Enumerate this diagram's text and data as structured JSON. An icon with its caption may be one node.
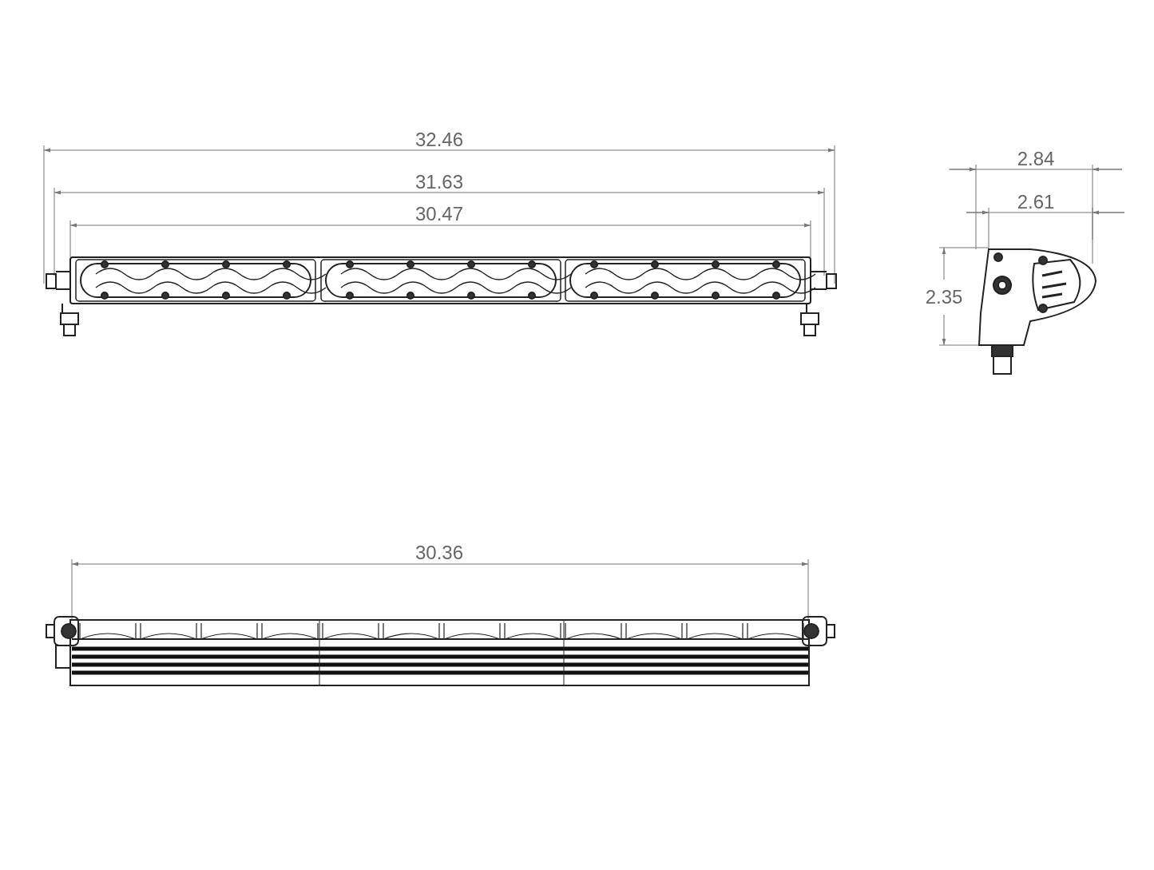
{
  "diagram": {
    "labels": [
      "32.46",
      "31.63",
      "30.47",
      "2.84",
      "2.61",
      "2.35",
      "30.36"
    ]
  }
}
